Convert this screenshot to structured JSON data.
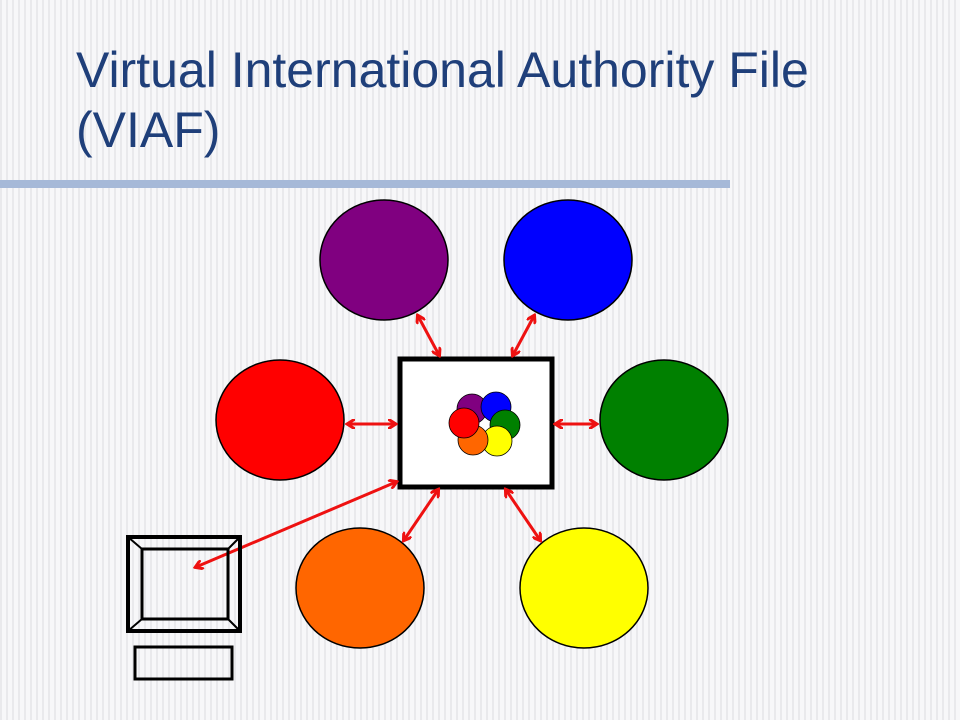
{
  "slide": {
    "title_line1": "Virtual International Authority File",
    "title_line2": "(VIAF)"
  },
  "colors": {
    "title": "#1f3f7a",
    "rule": "#a6b9d8",
    "arrow": "#ee1111",
    "purple": "#800080",
    "blue": "#0000ff",
    "red": "#ff0000",
    "green": "#008000",
    "orange": "#ff6600",
    "yellow": "#ffff00"
  },
  "diagram": {
    "nodes": [
      {
        "name": "purple-circle",
        "color": "purple"
      },
      {
        "name": "blue-circle",
        "color": "blue"
      },
      {
        "name": "red-circle",
        "color": "red"
      },
      {
        "name": "green-circle",
        "color": "green"
      },
      {
        "name": "orange-circle",
        "color": "orange"
      },
      {
        "name": "yellow-circle",
        "color": "yellow"
      }
    ],
    "hub": {
      "name": "viaf-hub-box",
      "icon": "flower-cluster-icon"
    },
    "client": {
      "name": "computer-icon"
    }
  }
}
